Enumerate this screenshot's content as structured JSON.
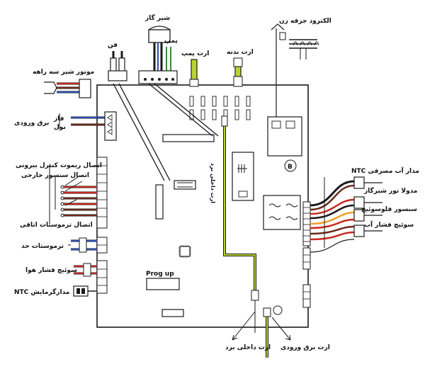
{
  "labels": {
    "electrode": "الکترود جرقه زن",
    "gas_valve": "شیر گاز",
    "fan": "فن",
    "pump": "پمپ",
    "earth_pump": "ارت پمپ",
    "earth_body": "ارت بدنه",
    "three_way_motor": "موتور شیر سه راهه",
    "power_input": "برق ورودی",
    "phase": "فاز",
    "neutral": "نول",
    "remote": "اتصال ریموت کنترل بیرونی",
    "ext_sensor": "اتصال سنسور خارجی",
    "room_thermostat": "اتصال ترموستات اتاقی",
    "limit_thermostat": "ترموستات حد",
    "air_pressure_switch": "سوئیچ فشار هوا",
    "ntc_heating": "NTC مدارگرمایش",
    "prog_up": "Prog up",
    "board_earth": "ارت داخلی برد",
    "ntc_dhw": "NTC مدار آب مصرفی",
    "gas_modulator": "مدولا تور شیرگاز",
    "flow_sensor": "سنسور فلوسوئیچ",
    "water_pressure_switch": "سوئیچ فشار آب",
    "internal_earth": "ارت داخلی برد",
    "input_earth": "ارت برق ورودی",
    "fuse_mark": "B"
  },
  "colors": {
    "board_line": "#1a1a1a",
    "earth_wire": "#b8d430",
    "phase_wire": "#2b4fb5",
    "neutral_wire": "#6b2a1a",
    "red_wire": "#c8281e",
    "orange_wire": "#f0a020",
    "white_wire": "#ffffff",
    "green_wire": "#3a8a3a"
  }
}
